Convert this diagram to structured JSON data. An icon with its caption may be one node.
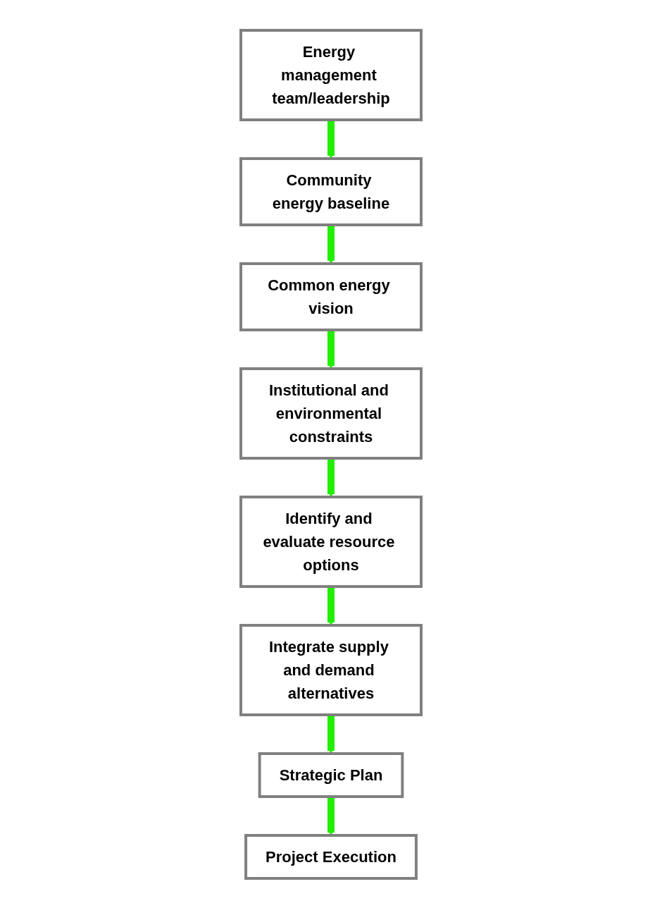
{
  "diagram": {
    "nodes": [
      {
        "text": [
          "Energy management team/leadership"
        ]
      },
      {
        "text": [
          "Community energy baseline"
        ]
      },
      {
        "text": [
          "Common energy vision"
        ]
      },
      {
        "text": [
          "Institutional and environmental constraints"
        ]
      },
      {
        "text": [
          "Identify and evaluate resource options"
        ]
      },
      {
        "text": [
          "Integrate supply and demand alternatives"
        ]
      },
      {
        "text": [
          "Strategic Plan"
        ]
      },
      {
        "text": [
          "Project Execution"
        ]
      }
    ],
    "edges": [
      {
        "from": 0,
        "to": 1,
        "arrow": "to"
      },
      {
        "from": 1,
        "to": 2,
        "arrow": "to"
      },
      {
        "from": 2,
        "to": 3,
        "arrow": "to"
      },
      {
        "from": 3,
        "to": 4,
        "arrow": "to"
      },
      {
        "from": 4,
        "to": 5,
        "arrow": "to"
      },
      {
        "from": 5,
        "to": 6,
        "arrow": "to"
      },
      {
        "from": 6,
        "to": 7,
        "arrow": "to"
      }
    ]
  }
}
